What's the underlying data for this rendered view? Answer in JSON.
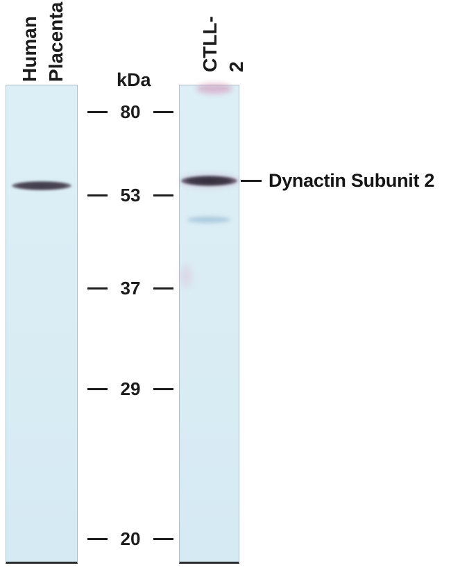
{
  "figure": {
    "type": "western-blot",
    "lanes": [
      {
        "label": "Human\nPlacenta"
      },
      {
        "label": "CTLL-2"
      }
    ],
    "axis": {
      "unit": "kDa",
      "markers": [
        "80",
        "53",
        "37",
        "29",
        "20"
      ]
    },
    "annotation": {
      "label": "Dynactin Subunit 2"
    },
    "bands": [
      {
        "lane": "Human Placenta",
        "approx_kda": "56",
        "intensity": "strong"
      },
      {
        "lane": "CTLL-2",
        "approx_kda": "56",
        "intensity": "strong"
      },
      {
        "lane": "CTLL-2",
        "approx_kda": "50",
        "intensity": "faint"
      }
    ],
    "colors": {
      "lane_background": "#d9edf4",
      "band_dark": "#413b4a",
      "band_faint": "#8cb4ce",
      "artifact_pink": "#d18bb3",
      "text": "#1b1b1b",
      "page_background": "#ffffff"
    }
  }
}
